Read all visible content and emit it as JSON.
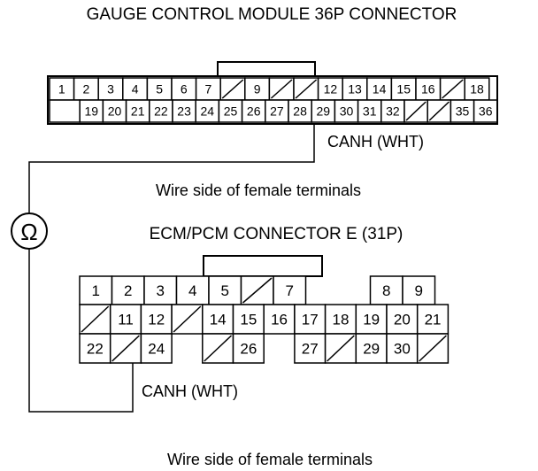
{
  "gauge": {
    "title": "GAUGE CONTROL MODULE 36P CONNECTOR",
    "row1": [
      "1",
      "2",
      "3",
      "4",
      "5",
      "6",
      "7",
      "",
      "9",
      "",
      "",
      "12",
      "13",
      "14",
      "15",
      "16",
      "",
      "18"
    ],
    "row2": [
      "",
      "19",
      "20",
      "21",
      "22",
      "23",
      "24",
      "25",
      "26",
      "27",
      "28",
      "29",
      "30",
      "31",
      "32",
      "",
      "",
      "35",
      "36"
    ],
    "wire_label": "CANH (WHT)",
    "caption": "Wire side of female terminals"
  },
  "ecm": {
    "title": "ECM/PCM CONNECTOR E (31P)",
    "row1": [
      "1",
      "2",
      "3",
      "4",
      "5",
      "",
      "7",
      "8",
      "9"
    ],
    "row2": [
      "",
      "11",
      "12",
      "",
      "14",
      "15",
      "16",
      "17",
      "18",
      "19",
      "20",
      "21"
    ],
    "row3": [
      "22",
      "",
      "24",
      "",
      "26",
      "27",
      "",
      "29",
      "30",
      ""
    ],
    "wire_label": "CANH (WHT)",
    "caption": "Wire side of female terminals"
  },
  "meter": {
    "symbol": "Ω"
  }
}
